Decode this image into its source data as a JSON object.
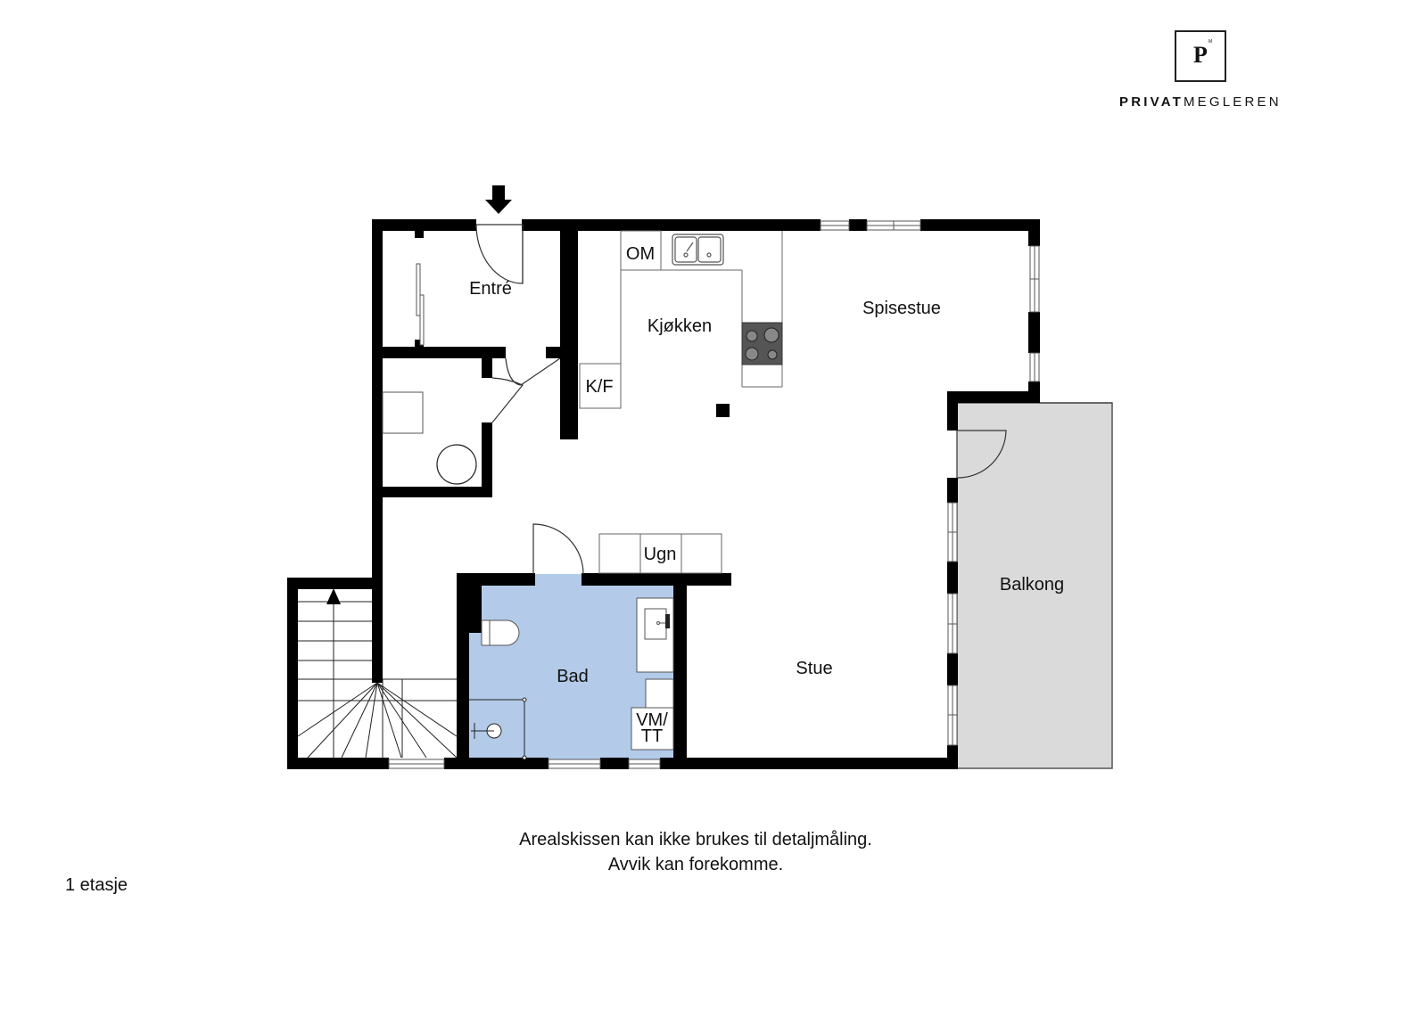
{
  "logo": {
    "monogram": "P",
    "trademark": "M",
    "brand_bold": "PRIVAT",
    "brand_light": "MEGLEREN"
  },
  "plan": {
    "rooms": {
      "entre": "Entré",
      "kjokken": "Kjøkken",
      "spisestue": "Spisestue",
      "bad": "Bad",
      "stue": "Stue",
      "balkong": "Balkong"
    },
    "fixtures": {
      "om": "OM",
      "kf": "K/F",
      "ugn": "Ugn",
      "vmtt_line1": "VM/",
      "vmtt_line2": "TT"
    },
    "colors": {
      "wall": "#000000",
      "bathroom_fill": "#b3cbe9",
      "balcony_fill": "#dadada",
      "window_fill": "#ffffff",
      "stove_fill": "#555555"
    }
  },
  "footer": {
    "disclaimer_line1": "Arealskissen kan ikke brukes til detaljmåling.",
    "disclaimer_line2": "Avvik kan forekomme.",
    "floor_label": "1 etasje"
  }
}
